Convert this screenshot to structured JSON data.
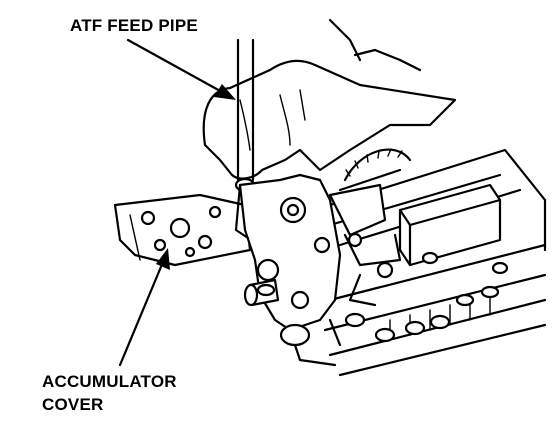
{
  "labels": {
    "atf_feed_pipe": "ATF FEED PIPE",
    "accumulator_line1": "ACCUMULATOR",
    "accumulator_line2": "COVER"
  },
  "colors": {
    "ink": "#000000",
    "paper": "#ffffff"
  }
}
